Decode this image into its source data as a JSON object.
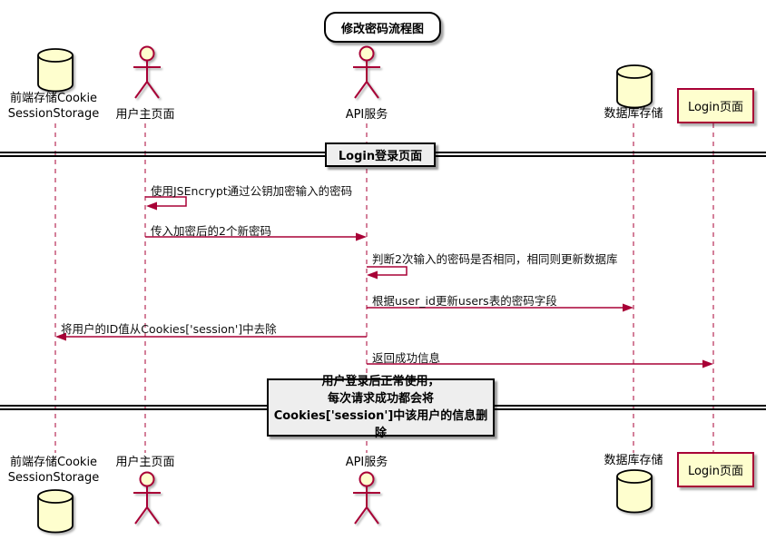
{
  "title": "修改密码流程图",
  "colors": {
    "accent": "#A80036",
    "participant_fill": "#FEFECE",
    "divider_fill": "#EEEEEE",
    "text": "#000000"
  },
  "icons": {
    "actor": "stick-figure-icon",
    "database": "cylinder-icon"
  },
  "participants": {
    "frontend": {
      "label_line1": "前端存储Cookie",
      "label_line2": "SessionStorage",
      "type": "database"
    },
    "user_page": {
      "label": "用户主页面",
      "type": "actor"
    },
    "api": {
      "label": "API服务",
      "type": "actor"
    },
    "db": {
      "label": "数据库存储",
      "type": "database"
    },
    "login": {
      "label": "Login页面",
      "type": "participant"
    }
  },
  "dividers": {
    "login_divider": {
      "label": "Login登录页面"
    },
    "note_divider": {
      "lines": [
        "用户登录后正常使用，",
        "每次请求成功都会将",
        "Cookies['session']中该用户的信息删除"
      ]
    }
  },
  "messages": [
    {
      "text": "使用JSEncrypt通过公钥加密输入的密码",
      "from": "用户主页面",
      "to": "用户主页面",
      "kind": "self"
    },
    {
      "text": "传入加密后的2个新密码",
      "from": "用户主页面",
      "to": "API服务",
      "kind": "arrow"
    },
    {
      "text": "判断2次输入的密码是否相同，相同则更新数据库",
      "from": "API服务",
      "to": "API服务",
      "kind": "self"
    },
    {
      "text": "根据user_id更新users表的密码字段",
      "from": "API服务",
      "to": "数据库存储",
      "kind": "arrow"
    },
    {
      "text": "将用户的ID值从Cookies['session']中去除",
      "from": "API服务",
      "to": "前端存储Cookie",
      "kind": "arrow"
    },
    {
      "text": "返回成功信息",
      "from": "API服务",
      "to": "Login页面",
      "kind": "arrow"
    }
  ]
}
